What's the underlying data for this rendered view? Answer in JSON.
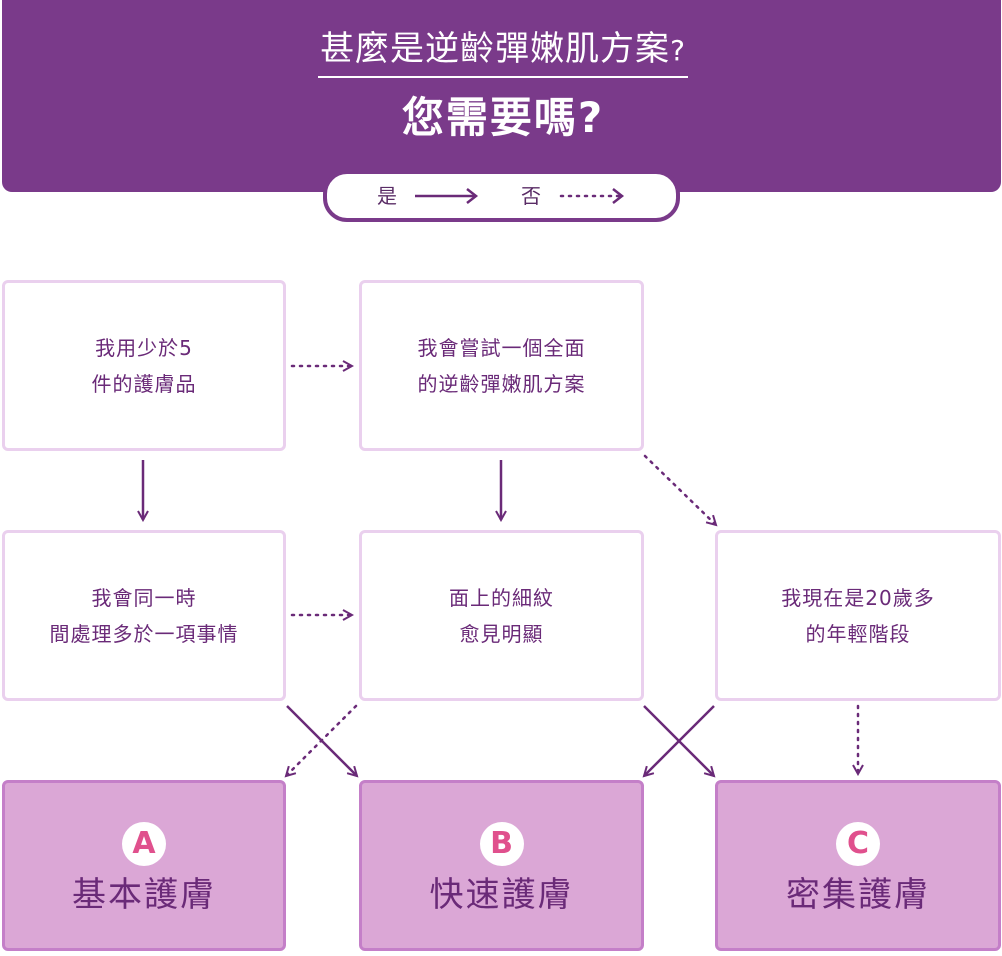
{
  "header": {
    "title": "甚麼是逆齡彈嫩肌方案",
    "title_mark": "?",
    "subtitle": "您需要嗎?"
  },
  "legend": {
    "yes_label": "是",
    "no_label": "否"
  },
  "questions": {
    "q1": {
      "line1": "我用少於5",
      "line2": "件的護膚品"
    },
    "q2": {
      "line1": "我會嘗試一個全面",
      "line2": "的逆齡彈嫩肌方案"
    },
    "q3": {
      "line1": "我會同一時",
      "line2": "間處理多於一項事情"
    },
    "q4": {
      "line1": "面上的細紋",
      "line2": "愈見明顯"
    },
    "q5": {
      "line1": "我現在是20歲多",
      "line2": "的年輕階段"
    }
  },
  "results": {
    "a": {
      "letter": "A",
      "name": "基本護膚"
    },
    "b": {
      "letter": "B",
      "name": "快速護膚"
    },
    "c": {
      "letter": "C",
      "name": "密集護膚"
    }
  },
  "colors": {
    "header_bg": "#7a3a8a",
    "arrow": "#6a2a78",
    "box_border": "#ead0ee",
    "result_bg": "#dba7d6",
    "result_border": "#c47fc8",
    "badge_letter": "#e0508d"
  }
}
